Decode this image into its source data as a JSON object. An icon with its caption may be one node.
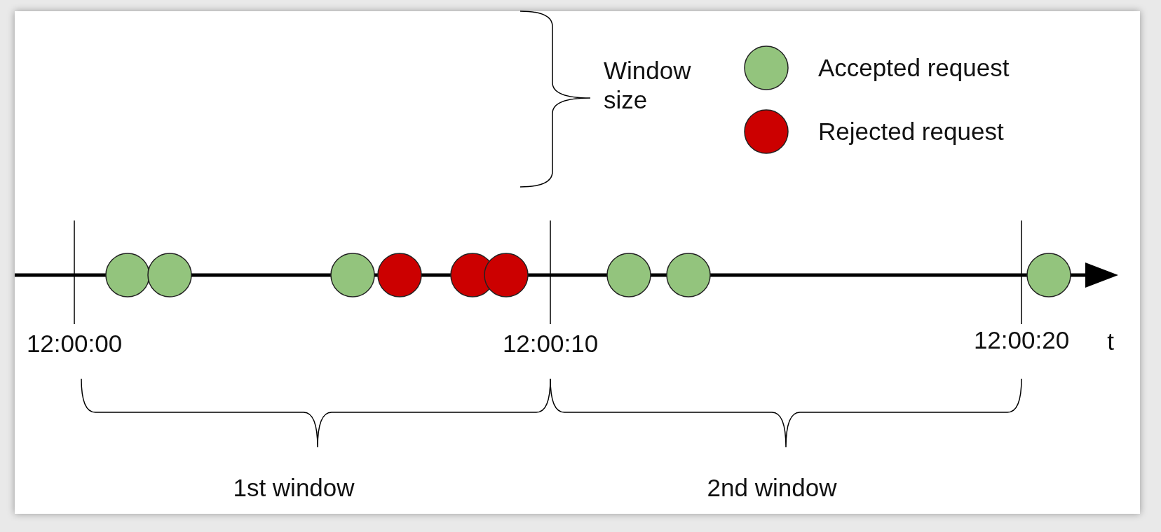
{
  "diagram": {
    "labels": [
      "Window size",
      "12:00:00",
      "12:00:10",
      "12:00:20",
      "t",
      "1st window",
      "2nd window"
    ],
    "legend": [
      {
        "text": "Accepted request",
        "color": "#93c47d"
      },
      {
        "text": "Rejected request",
        "color": "#cc0000"
      }
    ]
  }
}
